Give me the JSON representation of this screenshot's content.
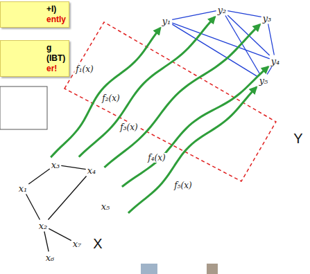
{
  "diagram": {
    "nodes": [
      {
        "text": [
          "+I)",
          "ently"
        ]
      },
      {
        "text": [
          "g (IBT)",
          "er!"
        ]
      },
      {
        "text": [
          "X"
        ]
      },
      {
        "text": [
          "x₁"
        ],
        "in": 2
      },
      {
        "text": [
          "x₂"
        ],
        "in": 2
      },
      {
        "text": [
          "x₃"
        ],
        "in": 2
      },
      {
        "text": [
          "x₄"
        ],
        "in": 2
      },
      {
        "text": [
          "x₅"
        ],
        "in": 2
      },
      {
        "text": [
          "x₆"
        ],
        "in": 2
      },
      {
        "text": [
          "x₇"
        ],
        "in": 2
      },
      {
        "text": [
          "Y"
        ]
      },
      {
        "text": [
          "y₁"
        ],
        "in": 10
      },
      {
        "text": [
          "y₂"
        ],
        "in": 10
      },
      {
        "text": [
          "y₃"
        ],
        "in": 10
      },
      {
        "text": [
          "y₄"
        ],
        "in": 10
      },
      {
        "text": [
          "y₅"
        ],
        "in": 10
      }
    ],
    "edges": [
      {
        "from": 3,
        "to": 5,
        "arrow": "none"
      },
      {
        "from": 5,
        "to": 6,
        "arrow": "none"
      },
      {
        "from": 3,
        "to": 4,
        "arrow": "none"
      },
      {
        "from": 4,
        "to": 6,
        "arrow": "none"
      },
      {
        "from": 4,
        "to": 8,
        "arrow": "none"
      },
      {
        "from": 4,
        "to": 9,
        "arrow": "none"
      },
      {
        "from": 11,
        "to": 12,
        "arrow": "none"
      },
      {
        "from": 12,
        "to": 13,
        "arrow": "none"
      },
      {
        "from": 11,
        "to": 14,
        "arrow": "none"
      },
      {
        "from": 12,
        "to": 14,
        "arrow": "none"
      },
      {
        "from": 13,
        "to": 14,
        "arrow": "none"
      },
      {
        "from": 12,
        "to": 15,
        "arrow": "none"
      },
      {
        "from": 14,
        "to": 15,
        "arrow": "none"
      },
      {
        "from": 11,
        "to": 15,
        "arrow": "none"
      },
      {
        "from": 2,
        "to": 11,
        "label": "f₁(x)",
        "arrow": "to"
      },
      {
        "from": 2,
        "to": 12,
        "label": "f₂(x)",
        "arrow": "to"
      },
      {
        "from": 2,
        "to": 13,
        "label": "f₃(x)",
        "arrow": "to"
      },
      {
        "from": 2,
        "to": 14,
        "label": "f₄(x)",
        "arrow": "to"
      },
      {
        "from": 2,
        "to": 15,
        "label": "f₅(x)",
        "arrow": "to"
      }
    ]
  }
}
